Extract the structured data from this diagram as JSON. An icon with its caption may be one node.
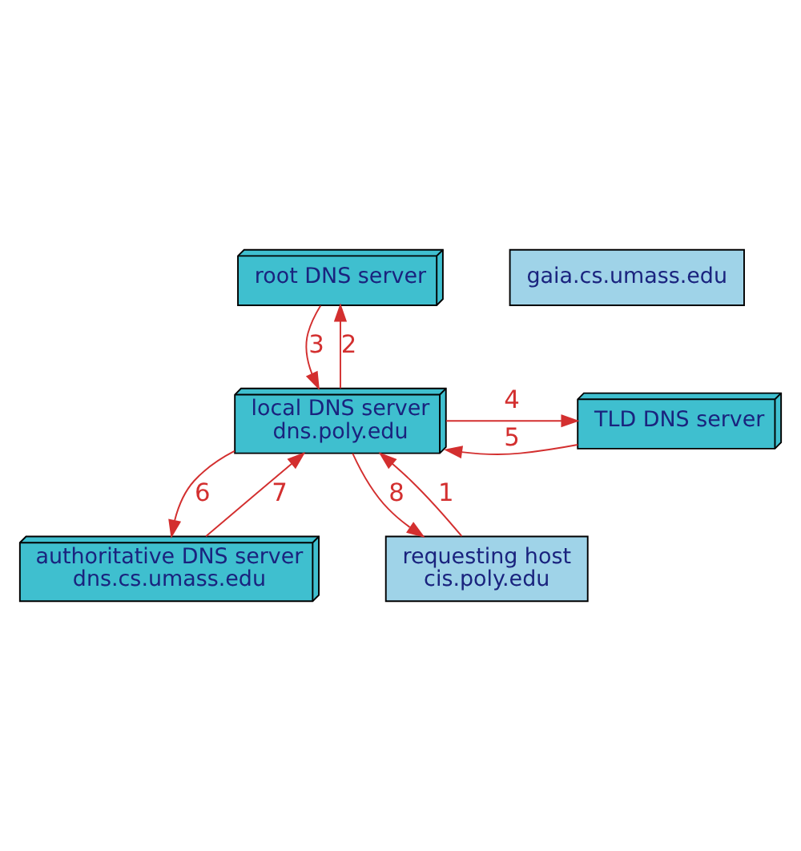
{
  "diagram": {
    "nodes": [
      {
        "text": [
          "root DNS server"
        ]
      },
      {
        "text": [
          "TLD DNS server"
        ]
      },
      {
        "text": [
          "local DNS server",
          "dns.poly.edu"
        ]
      },
      {
        "text": [
          "authoritative DNS server",
          "dns.cs.umass.edu"
        ]
      },
      {
        "text": [
          "requesting host",
          "cis.poly.edu"
        ]
      },
      {
        "text": [
          "gaia.cs.umass.edu"
        ]
      }
    ],
    "edges": [
      {
        "from": 4,
        "to": 2,
        "arrow": "to",
        "label": "1"
      },
      {
        "from": 2,
        "to": 0,
        "arrow": "to",
        "label": "2"
      },
      {
        "from": 0,
        "to": 2,
        "arrow": "to",
        "label": "3"
      },
      {
        "from": 2,
        "to": 1,
        "arrow": "to",
        "label": "4"
      },
      {
        "from": 1,
        "to": 2,
        "arrow": "to",
        "label": "5"
      },
      {
        "from": 2,
        "to": 3,
        "arrow": "to",
        "label": "6"
      },
      {
        "from": 3,
        "to": 2,
        "arrow": "to",
        "label": "7"
      },
      {
        "from": 2,
        "to": 4,
        "arrow": "to",
        "label": "8"
      }
    ]
  }
}
